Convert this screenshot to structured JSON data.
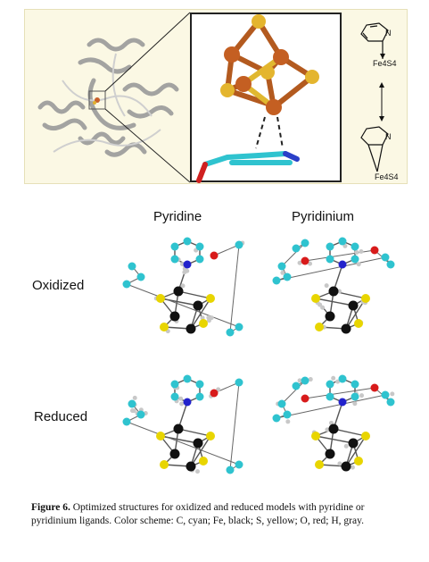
{
  "toc": {
    "top_label": "Fe4S4",
    "bottom_label": "Fe4S4",
    "n_label": "N"
  },
  "figure": {
    "col_labels": [
      "Pyridine",
      "Pyridinium"
    ],
    "row_labels": [
      "Oxidized",
      "Reduced"
    ]
  },
  "caption": {
    "label": "Figure 6.",
    "text": " Optimized structures for oxidized and reduced models with pyridine or pyridinium ligands. Color scheme: C, cyan; Fe, black; S, yellow; O, red; H, gray."
  },
  "colors": {
    "C": "#2fc3cf",
    "Fe": "#111111",
    "S": "#e8d500",
    "O": "#d81b1b",
    "N": "#2222cc",
    "H": "#c8c8c8"
  }
}
